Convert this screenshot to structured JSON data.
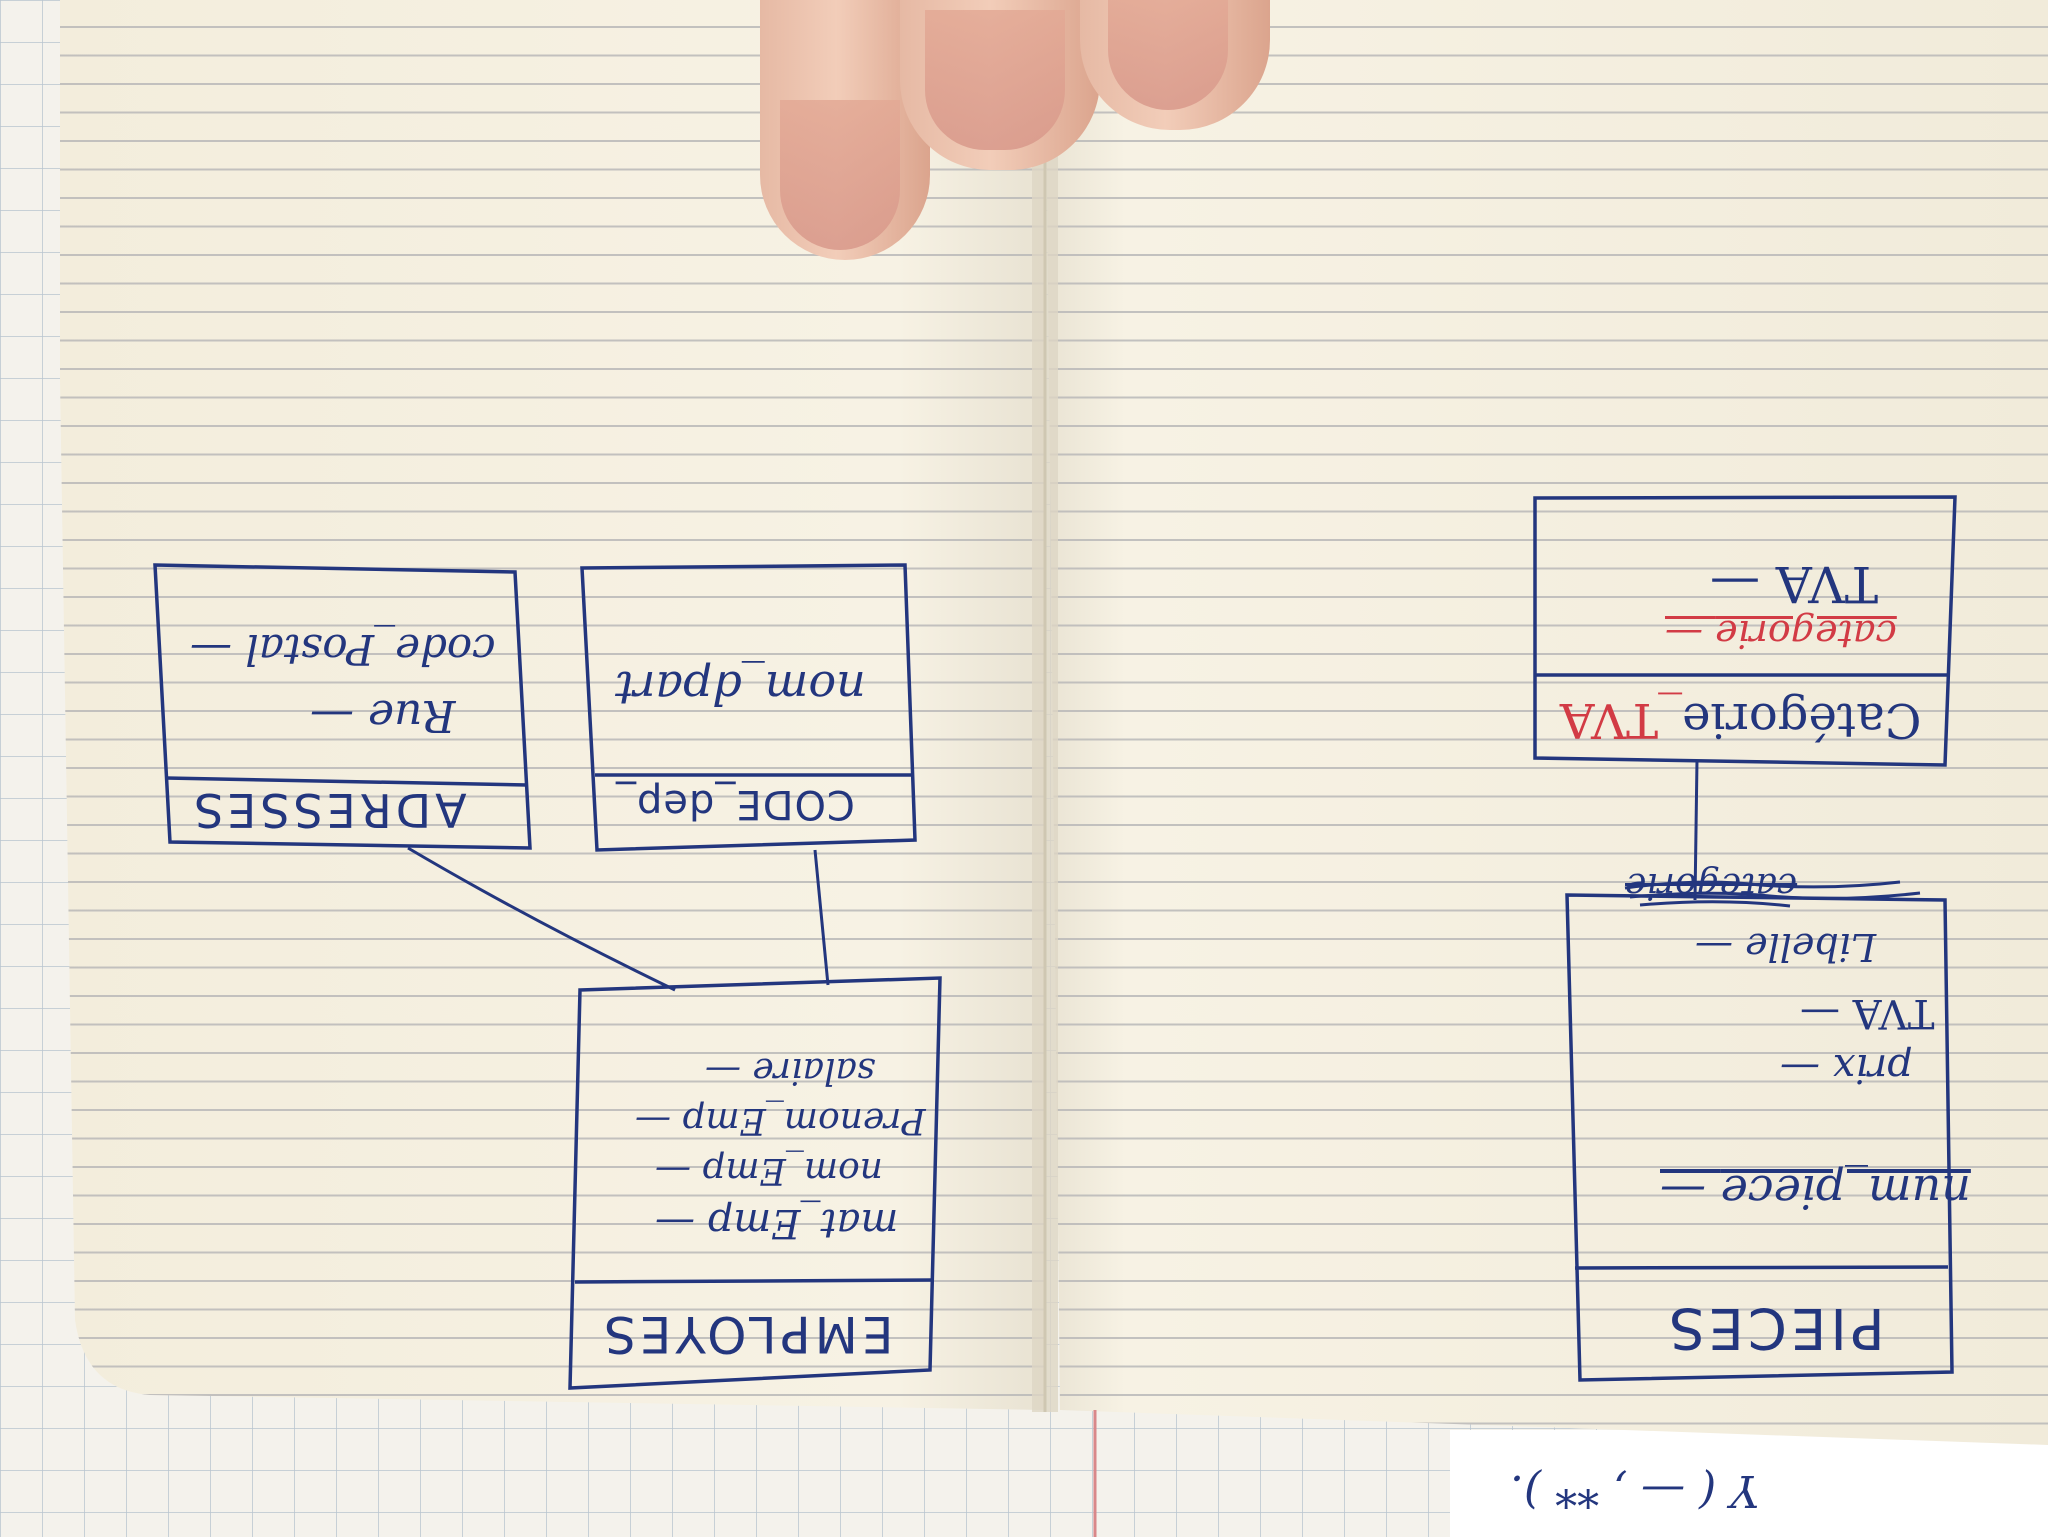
{
  "diagram": {
    "entities": [
      {
        "id": "employes",
        "title": "EMPLOYES",
        "attributes": [
          "mat_Emp",
          "nom_Emp",
          "Prenom_Emp",
          "salaire"
        ]
      },
      {
        "id": "adresses",
        "title": "ADRESSES",
        "attributes": [
          "Rue",
          "code_Postal"
        ]
      },
      {
        "id": "departements",
        "title": "CODE_dep_",
        "attributes": [
          "nom_dpart"
        ]
      },
      {
        "id": "pieces",
        "title": "PIECES",
        "attributes": [
          "num_piece",
          "prix",
          "TVA",
          "Libelle",
          "categorie"
        ]
      },
      {
        "id": "categorie-tva",
        "title": "Catégorie_TVA",
        "attributes": [
          "categorie",
          "TVA"
        ]
      }
    ],
    "relations": [
      {
        "from": "employes",
        "to": "adresses"
      },
      {
        "from": "employes",
        "to": "departements"
      },
      {
        "from": "pieces",
        "to": "categorie-tva"
      }
    ]
  },
  "bottom_scrap": {
    "text": "Y ( — , ** )."
  },
  "colors": {
    "ink_blue": "#23367e",
    "ink_red": "#d23b45",
    "paper": "#f6f1e2"
  }
}
